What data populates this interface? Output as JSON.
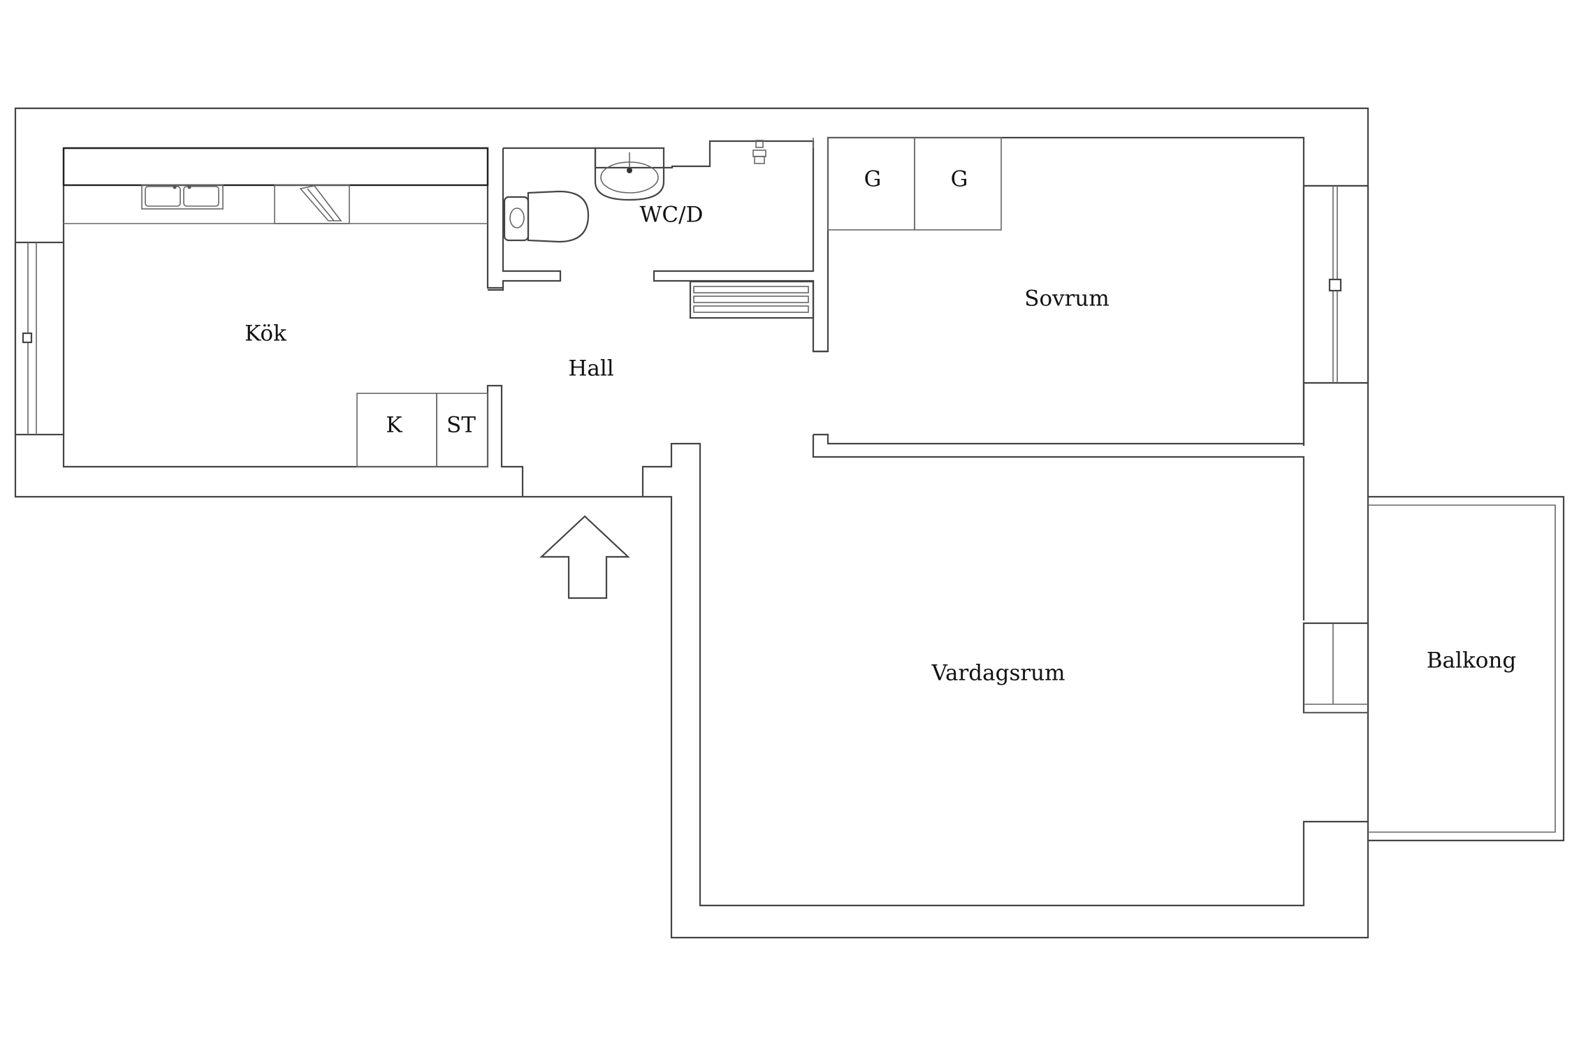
{
  "rooms": {
    "kitchen": "Kök",
    "hall": "Hall",
    "wc": "WC/D",
    "bedroom": "Sovrum",
    "living": "Vardagsrum",
    "balcony": "Balkong"
  },
  "fixtures": {
    "fridge": "K",
    "freezer": "ST",
    "wardrobe_1": "G",
    "wardrobe_2": "G"
  },
  "icons": {
    "entrance": "entrance-arrow-icon"
  }
}
